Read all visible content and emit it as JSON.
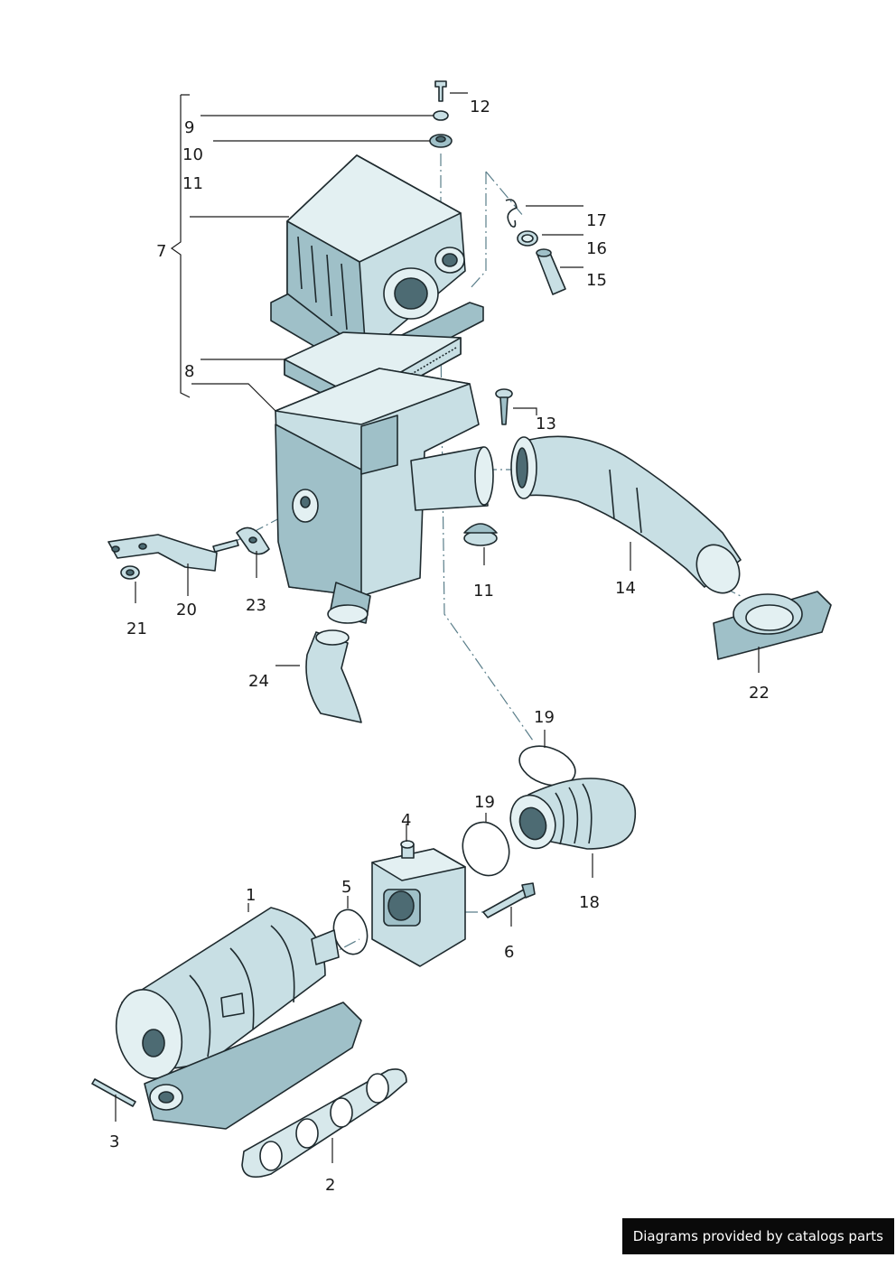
{
  "callouts": {
    "c1": "1",
    "c2": "2",
    "c3": "3",
    "c4": "4",
    "c5": "5",
    "c6": "6",
    "c7": "7",
    "c8": "8",
    "c9": "9",
    "c10": "10",
    "c11a": "11",
    "c11b": "11",
    "c12": "12",
    "c13": "13",
    "c14": "14",
    "c15": "15",
    "c16": "16",
    "c17": "17",
    "c18": "18",
    "c19a": "19",
    "c19b": "19",
    "c20": "20",
    "c21": "21",
    "c22": "22",
    "c23": "23",
    "c24": "24"
  },
  "footer": {
    "text": "Diagrams provided by catalogs parts"
  },
  "colors": {
    "part_fill": "#c8dfe4",
    "part_shade": "#9fc0c8",
    "outline": "#1e2a2e",
    "axis_line": "#5a7e8a"
  }
}
